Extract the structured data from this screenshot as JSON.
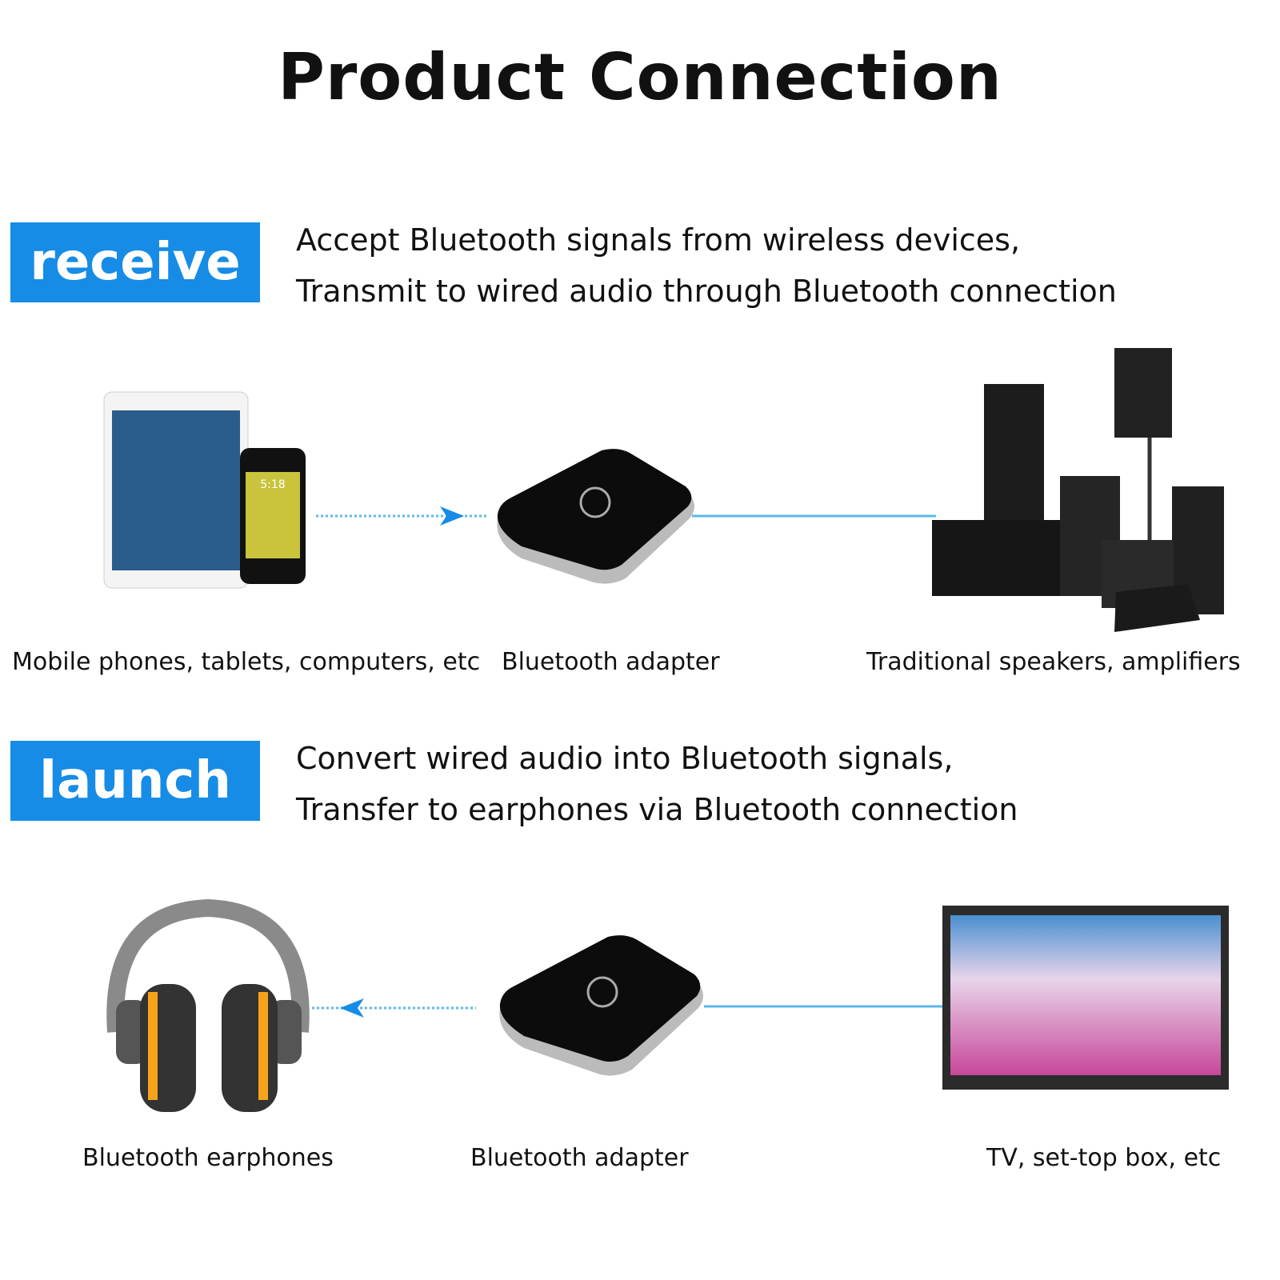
{
  "title": "Product Connection",
  "receive": {
    "tag": "receive",
    "line1": "Accept Bluetooth signals from wireless devices,",
    "line2": "Transmit to wired audio through Bluetooth connection",
    "captions": [
      "Mobile phones, tablets, computers, etc",
      "Bluetooth adapter",
      "Traditional speakers, amplifiers"
    ],
    "phone_time": "5:18"
  },
  "launch": {
    "tag": "launch",
    "line1": "Convert wired audio into Bluetooth signals,",
    "line2": "Transfer to earphones via Bluetooth connection",
    "captions": [
      "Bluetooth earphones",
      "Bluetooth adapter",
      "TV, set-top box, etc"
    ]
  },
  "colors": {
    "accent": "#168ce6",
    "line": "#5bb8e8"
  }
}
